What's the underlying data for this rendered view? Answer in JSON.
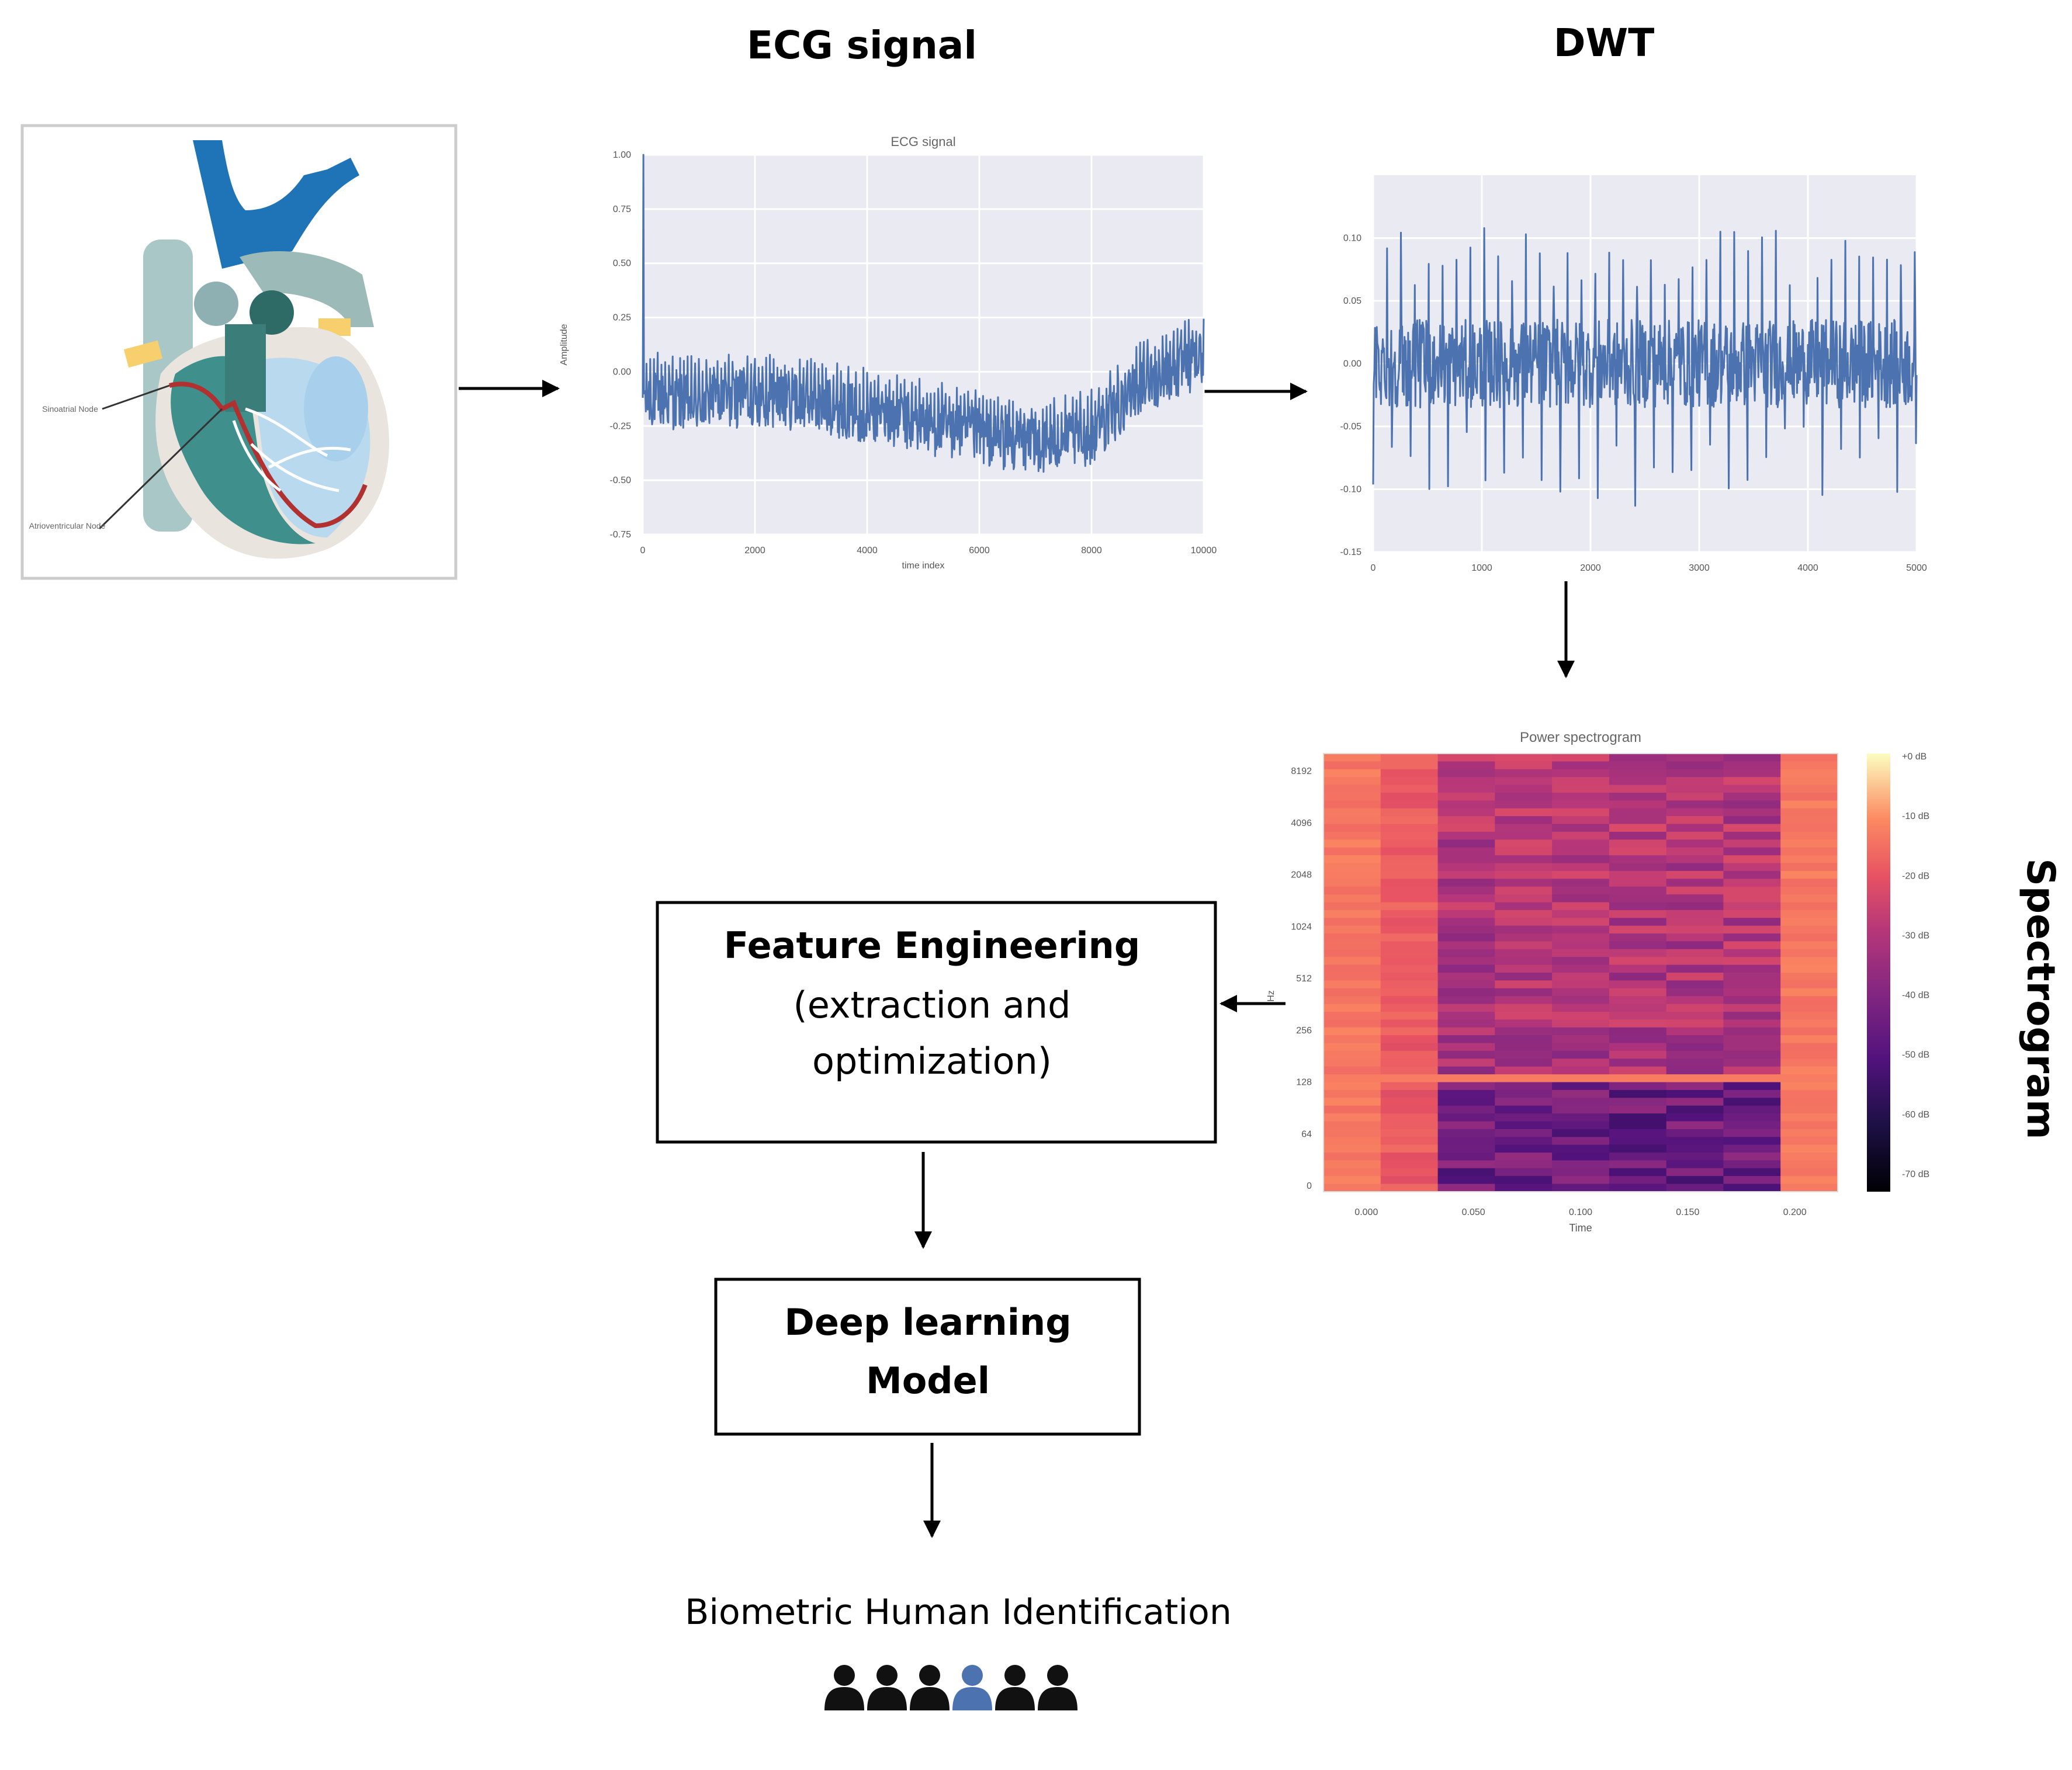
{
  "titles": {
    "ecg": "ECG signal",
    "dwt": "DWT",
    "spectrogram": "Spectrogram"
  },
  "heart": {
    "label_sa": "Sinoatrial Node",
    "label_av": "Atrioventricular Node"
  },
  "boxes": {
    "feature_line1": "Feature Engineering",
    "feature_line2": "(extraction and",
    "feature_line3": "optimization)",
    "dl_line1": "Deep learning",
    "dl_line2": "Model"
  },
  "output_label": "Biometric Human Identification",
  "colors": {
    "signal": "#4c72b0",
    "plot_bg": "#eaeaf2",
    "person": "#111111",
    "person_highlight": "#4c72b0"
  },
  "people": {
    "count": 6,
    "highlight_index": 3
  },
  "chart_data": [
    {
      "type": "line",
      "title": "ECG signal",
      "xlabel": "time index",
      "ylabel": "Amplitude",
      "xlim": [
        0,
        10000
      ],
      "ylim": [
        -0.75,
        1.0
      ],
      "xticks": [
        0,
        2000,
        4000,
        6000,
        8000,
        10000
      ],
      "yticks": [
        -0.75,
        -0.5,
        -0.25,
        0.0,
        0.25,
        0.5,
        0.75,
        1.0
      ],
      "xtick_labels": [
        "0",
        "2000",
        "4000",
        "6000",
        "8000",
        "10000"
      ],
      "ytick_labels": [
        "-0.75",
        "-0.50",
        "-0.25",
        "0.00",
        "0.25",
        "0.50",
        "0.75",
        "1.00"
      ],
      "grid": true,
      "baseline_x": [
        0,
        1000,
        2000,
        3000,
        4000,
        5000,
        6000,
        7000,
        8000,
        9000,
        10000
      ],
      "baseline_y": [
        -0.12,
        -0.15,
        -0.12,
        -0.15,
        -0.2,
        -0.25,
        -0.3,
        -0.35,
        -0.3,
        -0.05,
        0.05
      ]
    },
    {
      "type": "line",
      "title": "",
      "xlabel": "",
      "ylabel": "",
      "xlim": [
        0,
        5000
      ],
      "ylim": [
        -0.15,
        0.15
      ],
      "xticks": [
        0,
        1000,
        2000,
        3000,
        4000,
        5000
      ],
      "yticks": [
        -0.15,
        -0.1,
        -0.05,
        0.0,
        0.05,
        0.1
      ],
      "xtick_labels": [
        "0",
        "1000",
        "2000",
        "3000",
        "4000",
        "5000"
      ],
      "ytick_labels": [
        "-0.15",
        "-0.10",
        "-0.05",
        "0.00",
        "0.05",
        "0.10"
      ],
      "grid": true,
      "baseline_y": 0.0
    },
    {
      "type": "heatmap",
      "title": "Power spectrogram",
      "xlabel": "Time",
      "ylabel": "Hz",
      "xlim": [
        -0.02,
        0.22
      ],
      "xticks": [
        0.0,
        0.05,
        0.1,
        0.15,
        0.2
      ],
      "xtick_labels": [
        "0.000",
        "0.050",
        "0.100",
        "0.150",
        "0.200"
      ],
      "ytick_labels": [
        "0",
        "64",
        "128",
        "256",
        "512",
        "1024",
        "2048",
        "4096",
        "8192"
      ],
      "colorbar_labels": [
        "+0 dB",
        "-10 dB",
        "-20 dB",
        "-30 dB",
        "-40 dB",
        "-50 dB",
        "-60 dB",
        "-70 dB"
      ],
      "colorbar_range": [
        -70,
        0
      ],
      "time_columns": 9,
      "freq_rows": 56
    }
  ]
}
